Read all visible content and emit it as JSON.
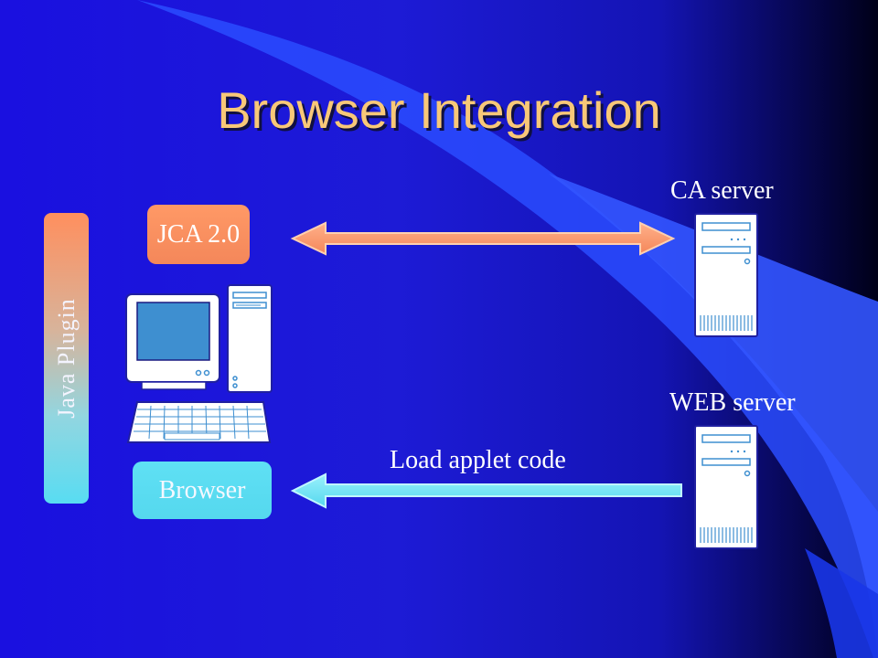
{
  "slide": {
    "title": "Browser Integration",
    "jca_label": "JCA 2.0",
    "browser_label": "Browser",
    "plugin_label": "Java Plugin",
    "ca_server_label": "CA server",
    "web_server_label": "WEB server",
    "load_label": "Load applet code"
  },
  "icons": [
    "desktop-computer-icon",
    "ca-server-tower-icon",
    "web-server-tower-icon"
  ],
  "colors": {
    "title": "#f8c878",
    "jca_box": "#f4875a",
    "browser_box": "#55d8ee",
    "arrow_bidirectional": "#ff9966",
    "arrow_load": "#66e0f4",
    "background": "#1a1ad8"
  }
}
